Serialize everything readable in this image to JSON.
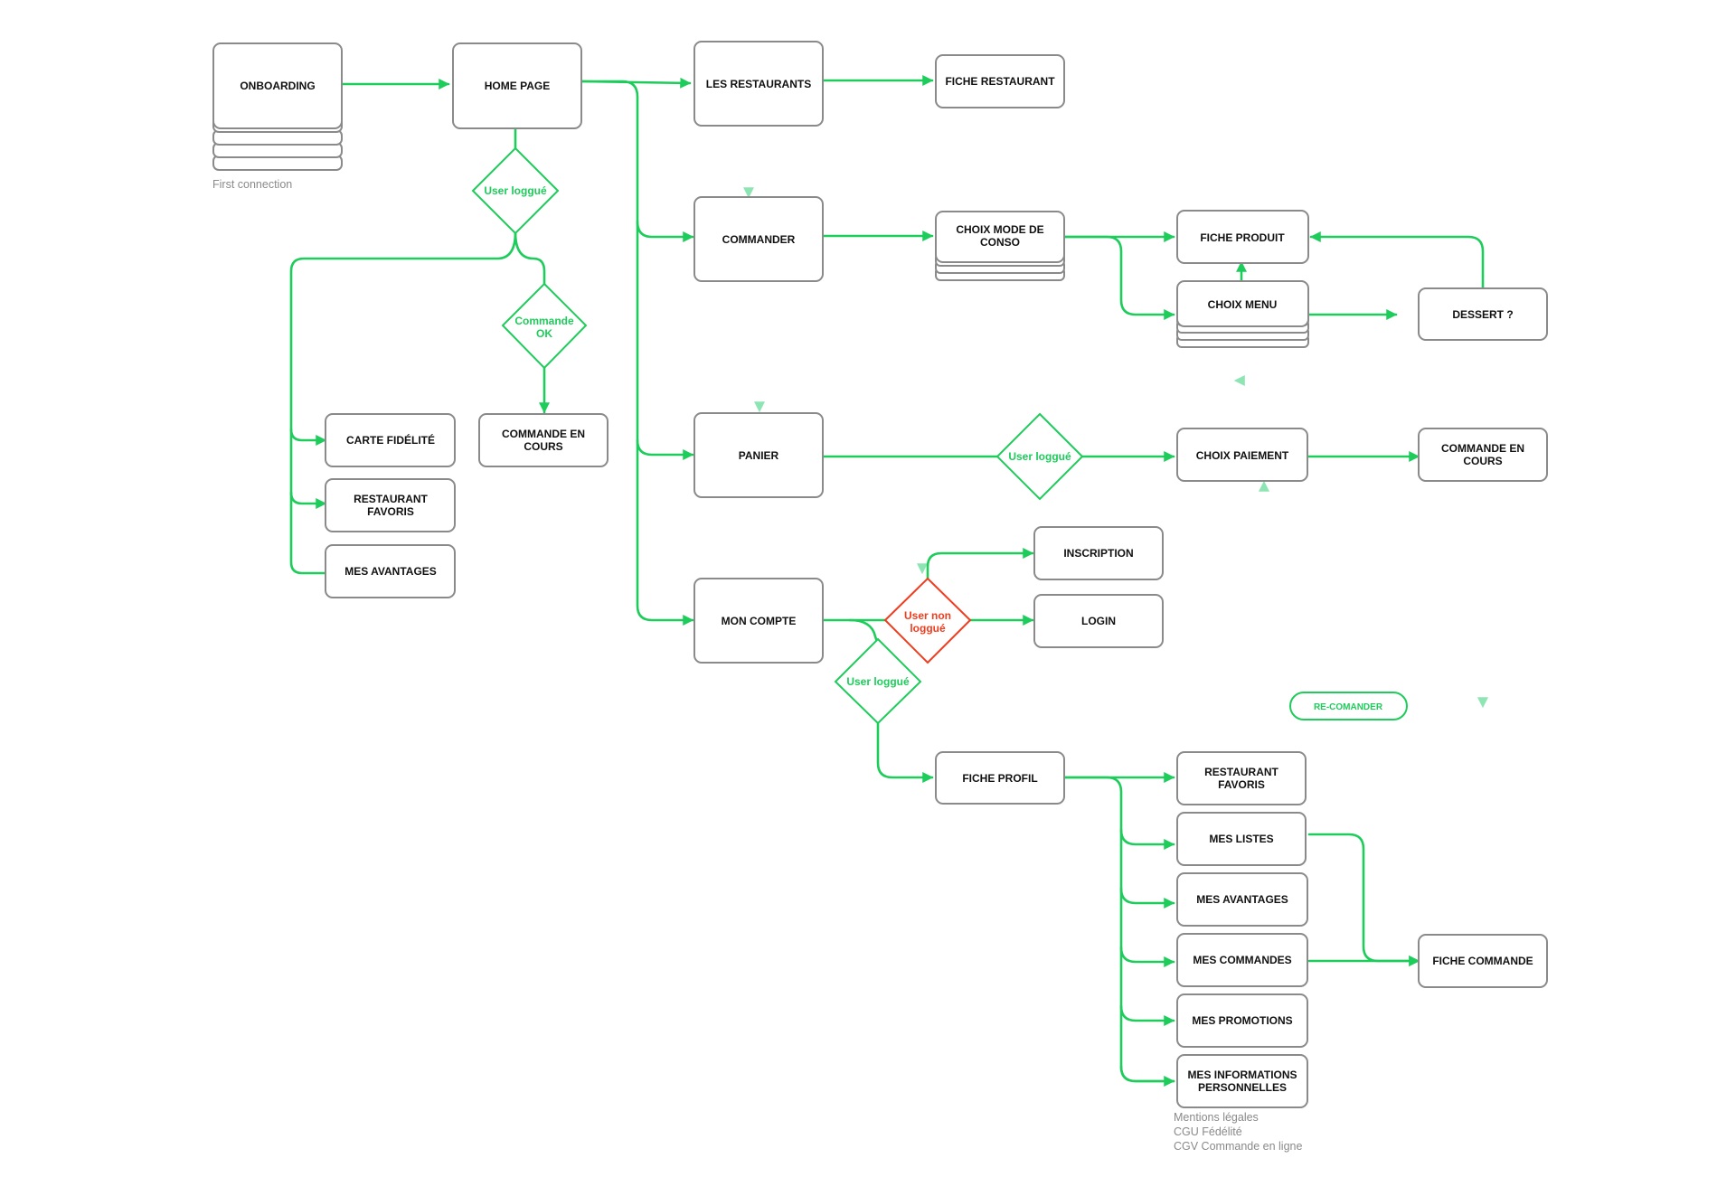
{
  "colors": {
    "edge": "#1dcc5a",
    "edge_light": "#8ee5b4",
    "warning": "#f03c1e",
    "box_border": "#8a8a8a",
    "text": "#111111",
    "note_text": "#8a8a8a"
  },
  "nodes": {
    "onboarding": "ONBOARDING",
    "home_page": "HOME PAGE",
    "les_restaurants": "LES RESTAURANTS",
    "fiche_restaurant": "FICHE RESTAURANT",
    "commander": "COMMANDER",
    "choix_mode_conso": [
      "CHOIX MODE DE",
      "CONSO"
    ],
    "fiche_produit": "FICHE PRODUIT",
    "choix_menu": "CHOIX MENU",
    "dessert": "DESSERT ?",
    "panier": "PANIER",
    "choix_paiement": "CHOIX PAIEMENT",
    "commande_en_cours_main": [
      "COMMANDE EN",
      "COURS"
    ],
    "carte_fidelite": "CARTE FIDÉLITÉ",
    "restaurant_favoris_left": [
      "RESTAURANT",
      "FAVORIS"
    ],
    "mes_avantages_left": "MES AVANTAGES",
    "commande_en_cours_left": [
      "COMMANDE EN",
      "COURS"
    ],
    "mon_compte": "MON COMPTE",
    "inscription": "INSCRIPTION",
    "login": "LOGIN",
    "fiche_profil": "FICHE PROFIL",
    "restaurant_favoris_profile": [
      "RESTAURANT",
      "FAVORIS"
    ],
    "mes_listes": "MES LISTES",
    "mes_avantages_profile": "MES AVANTAGES",
    "mes_commandes": "MES COMMANDES",
    "mes_promotions": "MES PROMOTIONS",
    "mes_informations": [
      "MES INFORMATIONS",
      "PERSONNELLES"
    ],
    "fiche_commande": "FICHE COMMANDE"
  },
  "decisions": {
    "user_logue_home": [
      "User loggué"
    ],
    "commande_ok": [
      "Commande",
      "OK"
    ],
    "user_logue_panier": [
      "User loggué"
    ],
    "user_non_logue": [
      "User non",
      "loggué"
    ],
    "user_logue_compte": [
      "User loggué"
    ]
  },
  "pill": {
    "recommander": "RE-COMANDER"
  },
  "notes": {
    "first_connection": "First connection",
    "legal_lines": [
      "Mentions légales",
      "CGU Fédélité",
      "CGV Commande en ligne"
    ]
  }
}
